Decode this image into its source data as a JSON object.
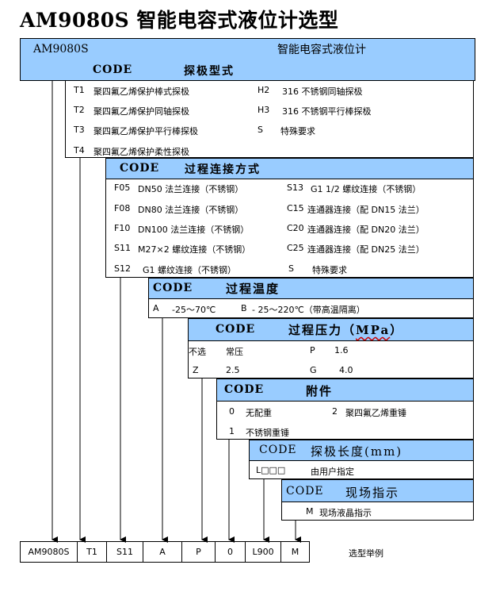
{
  "title": "AM9080S 智能电容式液位计选型",
  "header": {
    "model": "AM9080S",
    "product": "智能电容式液位计"
  },
  "sections": [
    {
      "code": "CODE",
      "title": "探极型式",
      "options": [
        {
          "code": "T1",
          "text": "聚四氟乙烯保护棒式探极"
        },
        {
          "code": "H2",
          "text": "316 不锈钢同轴探极"
        },
        {
          "code": "T2",
          "text": "聚四氟乙烯保护同轴探极"
        },
        {
          "code": "H3",
          "text": "316 不锈钢平行棒探极"
        },
        {
          "code": "T3",
          "text": "聚四氟乙烯保护平行棒探极"
        },
        {
          "code": "S",
          "text": "特殊要求"
        },
        {
          "code": "T4",
          "text": "聚四氟乙烯保护柔性探极"
        }
      ]
    },
    {
      "code": "CODE",
      "title": "过程连接方式",
      "options": [
        {
          "code": "F05",
          "text": "DN50 法兰连接（不锈钢）"
        },
        {
          "code": "S13",
          "text": "G1 1/2 螺纹连接（不锈钢）"
        },
        {
          "code": "F08",
          "text": "DN80 法兰连接（不锈钢）"
        },
        {
          "code": "C15",
          "text": "连通器连接（配 DN15 法兰）"
        },
        {
          "code": "F10",
          "text": "DN100 法兰连接（不锈钢）"
        },
        {
          "code": "C20",
          "text": "连通器连接（配 DN20 法兰）"
        },
        {
          "code": "S11",
          "text": "M27×2 螺纹连接（不锈钢）"
        },
        {
          "code": "C25",
          "text": "连通器连接（配 DN25 法兰）"
        },
        {
          "code": "S12",
          "text": "G1 螺纹连接（不锈钢）"
        },
        {
          "code": "S",
          "text": "特殊要求"
        }
      ]
    },
    {
      "code": "CODE",
      "title": "过程温度",
      "options": [
        {
          "code": "A",
          "text": "-25～70℃"
        },
        {
          "code": "B",
          "text": "- 25～220℃（带高温隔离）"
        }
      ]
    },
    {
      "code": "CODE",
      "title": "过程压力（",
      "title_unit": "MPa",
      "title_end": "）",
      "options": [
        {
          "code": "不选",
          "text": "常压"
        },
        {
          "code": "P",
          "text": "1.6"
        },
        {
          "code": "Z",
          "text": "2.5"
        },
        {
          "code": "G",
          "text": "4.0"
        }
      ]
    },
    {
      "code": "CODE",
      "title": "附件",
      "options": [
        {
          "code": "0",
          "text": "无配重"
        },
        {
          "code": "2",
          "text": "聚四氟乙烯重锤"
        },
        {
          "code": "1",
          "text": "不锈钢重锤"
        }
      ]
    },
    {
      "code": "CODE",
      "title": "探极长度(mm)",
      "options": [
        {
          "code": "L□□□",
          "text": "由用户指定"
        }
      ]
    },
    {
      "code": "CODE",
      "title": "现场指示",
      "options": [
        {
          "code": "M",
          "text": "现场液晶指示"
        }
      ]
    }
  ],
  "example": {
    "cells": [
      "AM9080S",
      "T1",
      "S11",
      "A",
      "P",
      "0",
      "L900",
      "M"
    ],
    "label": "选型举例"
  }
}
